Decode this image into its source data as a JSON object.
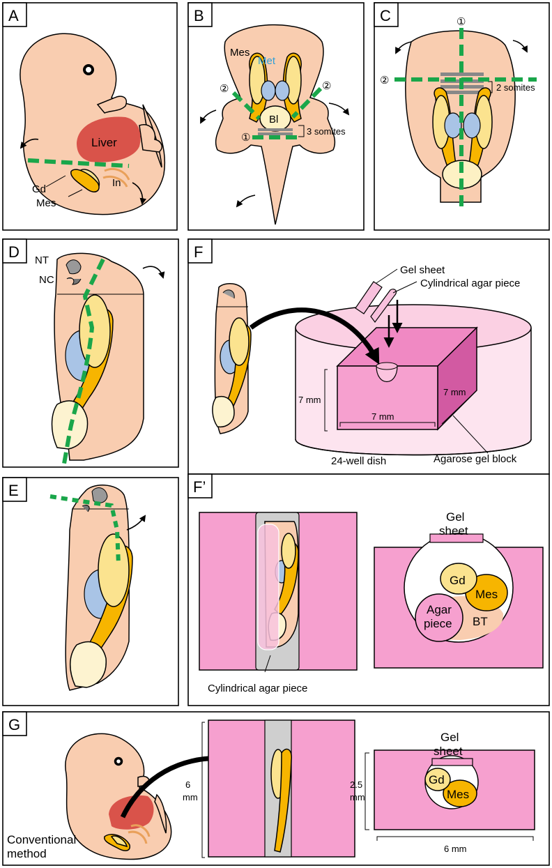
{
  "panels": {
    "a": {
      "letter": "A",
      "liver": "Liver",
      "gd": "Gd",
      "in": "In",
      "mes": "Mes"
    },
    "b": {
      "letter": "B",
      "mes": "Mes",
      "met": "Met",
      "bl": "Bl",
      "somites": "3 somites",
      "cut1": "①",
      "cut2": "②"
    },
    "c": {
      "letter": "C",
      "somites": "2 somites",
      "cut1": "①",
      "cut2": "②"
    },
    "d": {
      "letter": "D",
      "nt": "NT",
      "nc": "NC"
    },
    "e": {
      "letter": "E"
    },
    "f": {
      "letter": "F",
      "gel_sheet": "Gel sheet",
      "cyl_agar": "Cylindrical agar piece",
      "dim_h": "7 mm",
      "dim_w": "7 mm",
      "dim_d": "7 mm",
      "dish": "24-well dish",
      "block": "Agarose gel block"
    },
    "f2": {
      "letter": "F’",
      "cyl_caption": "Cylindrical agar piece",
      "gel": "Gel",
      "sheet": "sheet",
      "gd": "Gd",
      "mes": "Mes",
      "agar1": "Agar",
      "agar2": "piece",
      "bt": "BT"
    },
    "g": {
      "letter": "G",
      "conv1": "Conventional",
      "conv2": "method",
      "dim_6a": "6",
      "dim_mm_a": "mm",
      "gel": "Gel",
      "sheet": "sheet",
      "gd": "Gd",
      "mes": "Mes",
      "dim_25": "2.5",
      "dim_mm_b": "mm",
      "dim_6b": "6 mm"
    }
  },
  "colors": {
    "skin": "#f9cdb0",
    "gonad": "#fbe38f",
    "mesonephros": "#f7b500",
    "metanephros": "#a9c4e6",
    "liver": "#d9534a",
    "cut_line": "#1aa64a",
    "agarose": "#f6a0cf",
    "slot": "#cfcfcf"
  }
}
